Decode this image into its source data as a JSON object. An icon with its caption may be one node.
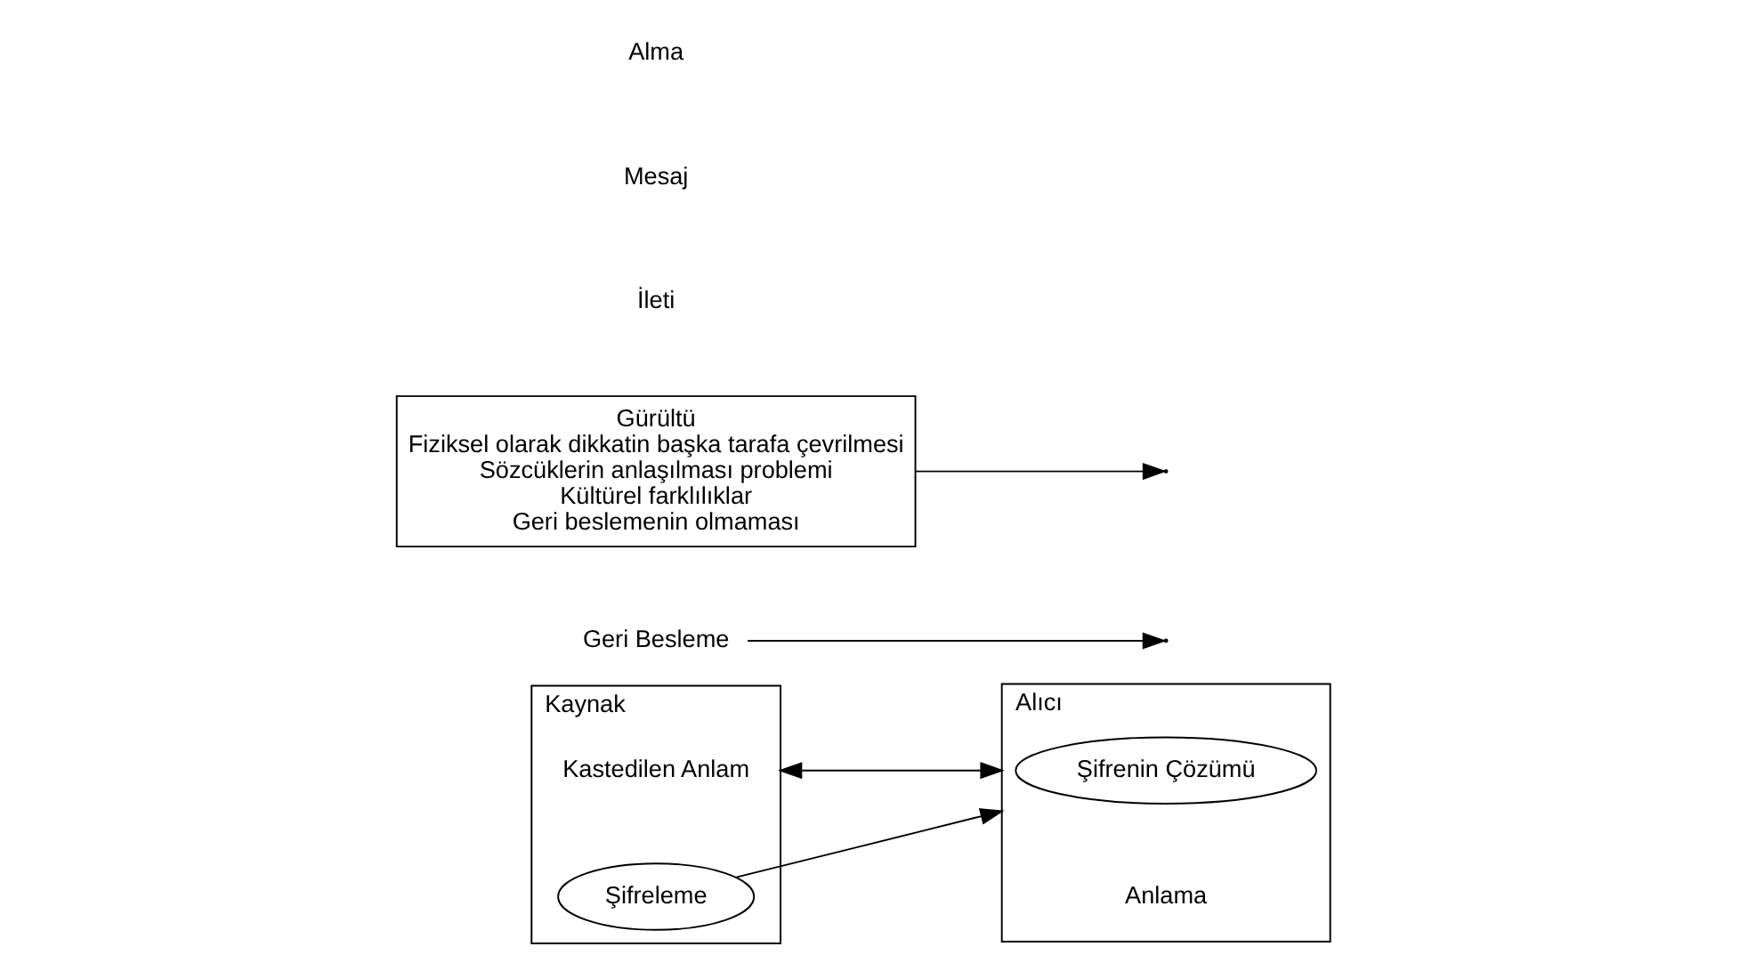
{
  "diagram": {
    "nodes": [
      {
        "text": [
          "Kaynak"
        ]
      },
      {
        "text": [
          "Kastedilen Anlam"
        ],
        "in": 0
      },
      {
        "text": [
          "Şifreleme"
        ],
        "in": 0
      },
      {
        "text": [
          "Alıcı"
        ]
      },
      {
        "text": [
          "Şifrenin Çözümü"
        ],
        "in": 3
      },
      {
        "text": [
          "Anlama"
        ],
        "in": 3
      },
      {
        "text": [
          "Geri Besleme"
        ]
      },
      {
        "text": [
          "Gürültü",
          "Fiziksel olarak dikkatin başka tarafa çevrilmesi",
          "Sözcüklerin anlaşılması problemi",
          "Kültürel farklılıklar",
          "Geri beslemenin olmaması"
        ]
      }
    ],
    "edges": [
      {
        "from": 2,
        "to": 3,
        "arrow": "to"
      },
      {
        "from": 6,
        "to": null,
        "arrow": "to"
      },
      {
        "from": 0,
        "to": 3,
        "arrow": "both"
      },
      {
        "from": 7,
        "to": null,
        "arrow": "to"
      }
    ],
    "labels": [
      "İleti",
      "Mesaj",
      "Alma"
    ]
  }
}
